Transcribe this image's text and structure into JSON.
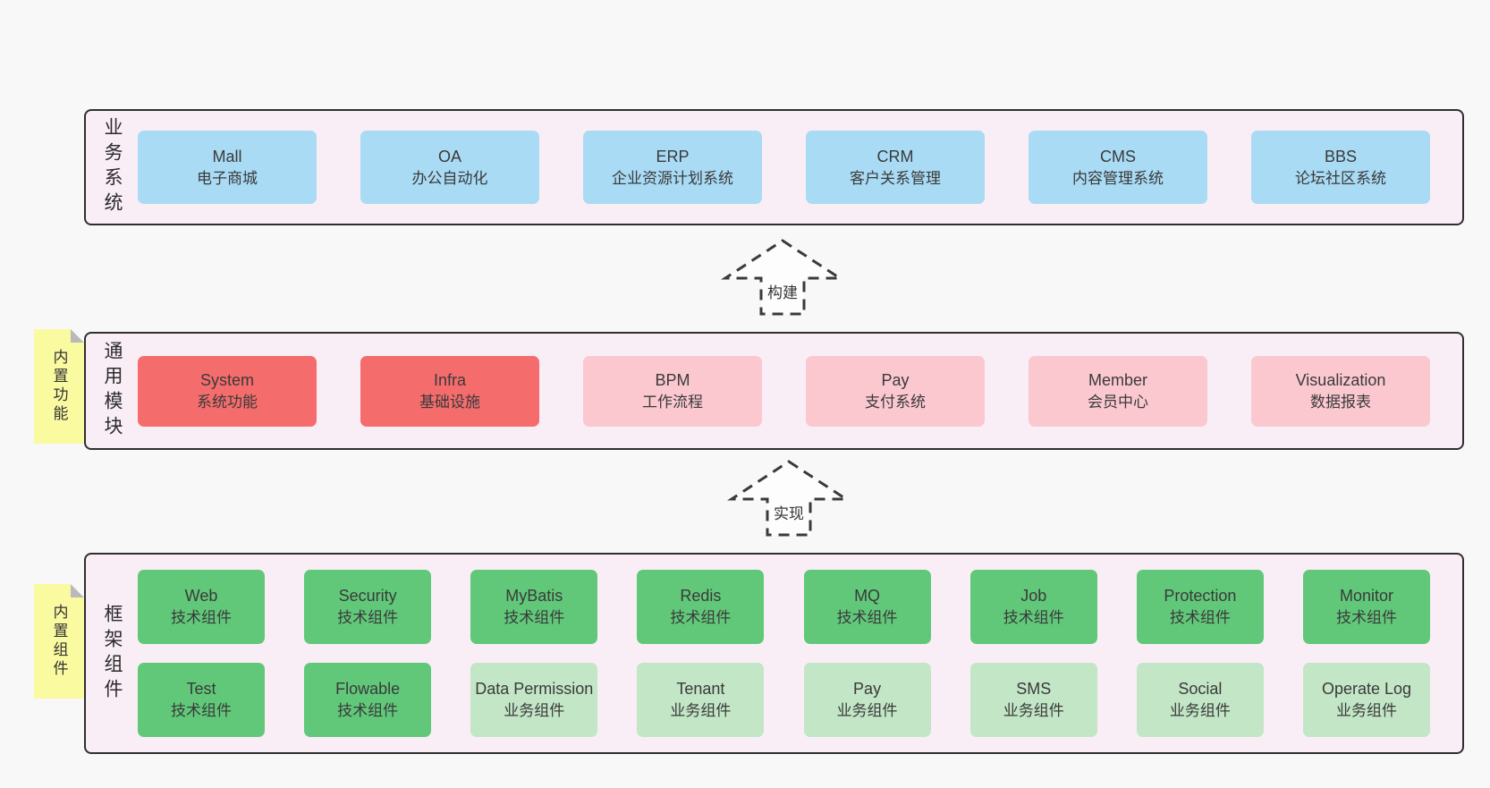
{
  "colors": {
    "page_bg": "#f8f8f8",
    "container_bg": "#f9eef6",
    "container_border": "#2f2f2f",
    "blue_box": "#a9dbf5",
    "red_box": "#f56c6c",
    "pink_box": "#fbc8d0",
    "green_box": "#61c87a",
    "light_green_box": "#c2e6c6",
    "note_yellow": "#fafaa0",
    "note_fold_gray": "#b9b9b9",
    "text": "#3a3a3a"
  },
  "arrows": [
    {
      "label": "构建"
    },
    {
      "label": "实现"
    }
  ],
  "layers": [
    {
      "label": "业务系统",
      "boxes": [
        {
          "name": "Mall",
          "desc": "电子商城"
        },
        {
          "name": "OA",
          "desc": "办公自动化"
        },
        {
          "name": "ERP",
          "desc": "企业资源计划系统"
        },
        {
          "name": "CRM",
          "desc": "客户关系管理"
        },
        {
          "name": "CMS",
          "desc": "内容管理系统"
        },
        {
          "name": "BBS",
          "desc": "论坛社区系统"
        }
      ]
    },
    {
      "label": "通用模块",
      "note": "内置功能",
      "boxes": [
        {
          "name": "System",
          "desc": "系统功能"
        },
        {
          "name": "Infra",
          "desc": "基础设施"
        },
        {
          "name": "BPM",
          "desc": "工作流程"
        },
        {
          "name": "Pay",
          "desc": "支付系统"
        },
        {
          "name": "Member",
          "desc": "会员中心"
        },
        {
          "name": "Visualization",
          "desc": "数据报表"
        }
      ]
    },
    {
      "label": "框架组件",
      "note": "内置组件",
      "rows": [
        [
          {
            "name": "Web",
            "desc": "技术组件"
          },
          {
            "name": "Security",
            "desc": "技术组件"
          },
          {
            "name": "MyBatis",
            "desc": "技术组件"
          },
          {
            "name": "Redis",
            "desc": "技术组件"
          },
          {
            "name": "MQ",
            "desc": "技术组件"
          },
          {
            "name": "Job",
            "desc": "技术组件"
          },
          {
            "name": "Protection",
            "desc": "技术组件"
          },
          {
            "name": "Monitor",
            "desc": "技术组件"
          }
        ],
        [
          {
            "name": "Test",
            "desc": "技术组件"
          },
          {
            "name": "Flowable",
            "desc": "技术组件"
          },
          {
            "name": "Data Permission",
            "desc": "业务组件"
          },
          {
            "name": "Tenant",
            "desc": "业务组件"
          },
          {
            "name": "Pay",
            "desc": "业务组件"
          },
          {
            "name": "SMS",
            "desc": "业务组件"
          },
          {
            "name": "Social",
            "desc": "业务组件"
          },
          {
            "name": "Operate Log",
            "desc": "业务组件"
          }
        ]
      ]
    }
  ]
}
